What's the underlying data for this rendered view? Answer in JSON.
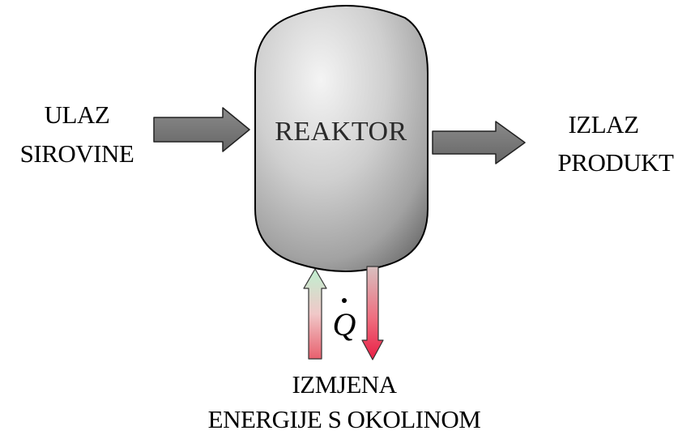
{
  "diagram": {
    "reactor_label": "REAKTOR",
    "input": {
      "line1": "ULAZ",
      "line2": "SIROVINE"
    },
    "output": {
      "line1": "IZLAZ",
      "line2": "PRODUKT"
    },
    "heat_symbol": "Q",
    "energy_exchange": {
      "line1": "IZMJENA",
      "line2": "ENERGIJE S OKOLINOM"
    }
  },
  "colors": {
    "reactor_light": "#f2f2f2",
    "reactor_mid": "#c4c4c4",
    "reactor_dark": "#6f6f6f",
    "arrow_gray": "#757575",
    "arrow_green": "#9fe0b5",
    "arrow_red": "#ee3050",
    "text": "#000000"
  }
}
